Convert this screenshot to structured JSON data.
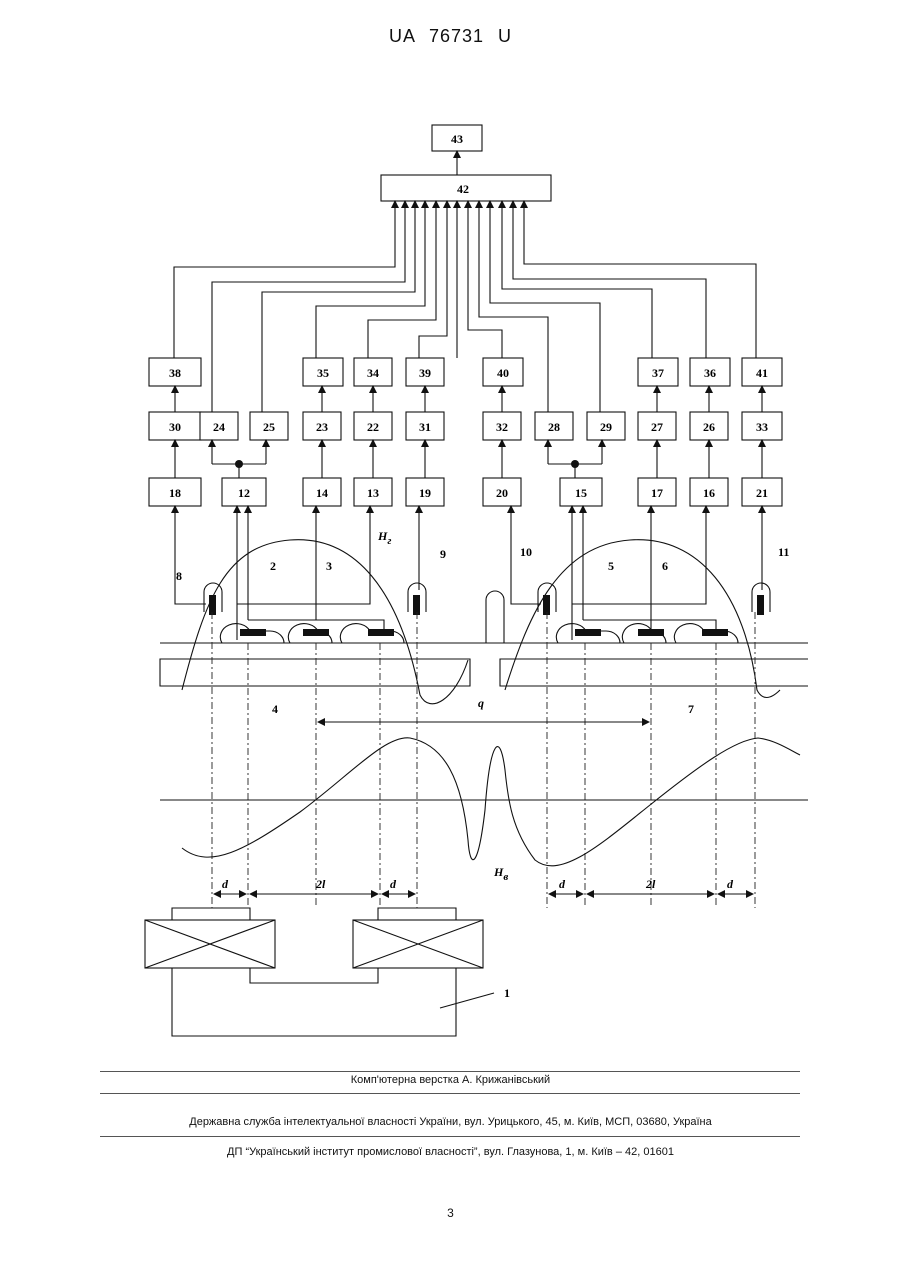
{
  "header": {
    "doc_id": "UA 76731 U"
  },
  "figure": {
    "boxes": {
      "b43": "43",
      "b42": "42",
      "b38": "38",
      "b35": "35",
      "b34": "34",
      "b39": "39",
      "b40": "40",
      "b37": "37",
      "b36": "36",
      "b41": "41",
      "b30": "30",
      "b24": "24",
      "b25": "25",
      "b23": "23",
      "b22": "22",
      "b31": "31",
      "b32": "32",
      "b28": "28",
      "b29": "29",
      "b27": "27",
      "b26": "26",
      "b33": "33",
      "b18": "18",
      "b12": "12",
      "b14": "14",
      "b13": "13",
      "b19": "19",
      "b20": "20",
      "b15": "15",
      "b17": "17",
      "b16": "16",
      "b21": "21"
    },
    "labels": {
      "l8": "8",
      "l9": "9",
      "l10": "10",
      "l11": "11",
      "l2": "2",
      "l3": "3",
      "l5": "5",
      "l6": "6",
      "l4": "4",
      "l7": "7",
      "l1": "1",
      "lq": "q",
      "hg": "H",
      "hg_sub": "г",
      "hv": "H",
      "hv_sub": "в",
      "d1": "d",
      "l2l_1": "2l",
      "d2": "d",
      "d3": "d",
      "l2l_2": "2l",
      "d4": "d"
    }
  },
  "footer": {
    "layout": "Комп'ютерна верстка А. Крижанівський",
    "agency": "Державна служба інтелектуальної власності України, вул. Урицького, 45, м. Київ, МСП, 03680, Україна",
    "institute": "ДП “Український інститут промислової власності”, вул. Глазунова, 1, м. Київ – 42, 01601"
  },
  "page_number": "3"
}
